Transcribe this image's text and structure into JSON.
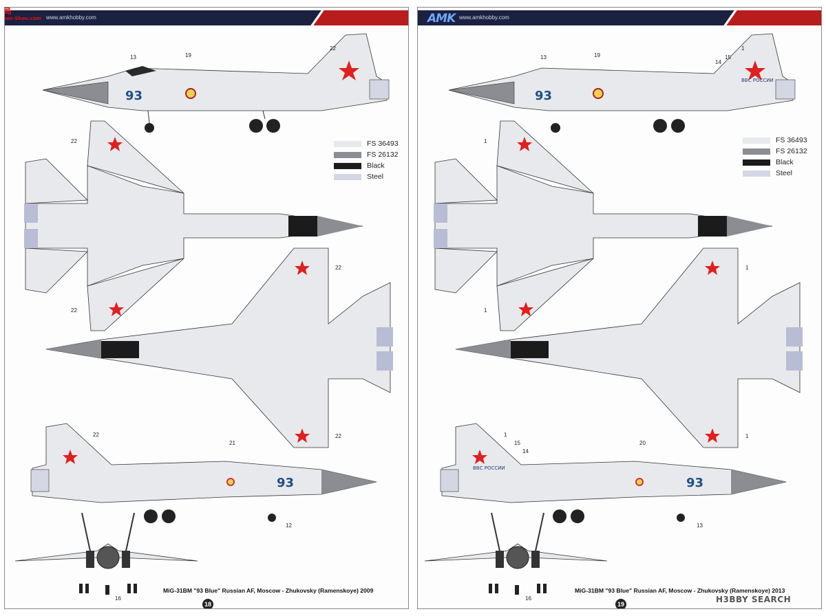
{
  "site_logo": {
    "text": "高",
    "sub": "Dao-Shou.com"
  },
  "footer_logo": "H3BBY SEARCH",
  "colors": {
    "fs36493": "#e8e9ec",
    "fs26132": "#8b8d92",
    "black": "#1b1b1b",
    "steel": "#d4d6e4",
    "star": "#e02020",
    "number": "#1f4f86"
  },
  "pages": [
    {
      "url": "www.amkhobby.com",
      "page_number": "18",
      "caption": "MiG-31BM \"93 Blue\" Russian AF, Moscow - Zhukovsky (Ramenskoye) 2009",
      "legend": [
        {
          "label": "FS 36493",
          "color_key": "fs36493"
        },
        {
          "label": "FS 26132",
          "color_key": "fs26132"
        },
        {
          "label": "Black",
          "color_key": "black"
        },
        {
          "label": "Steel",
          "color_key": "steel"
        }
      ],
      "fuselage_number": "93",
      "callouts": {
        "top_side": [
          "13",
          "19",
          "22"
        ],
        "top_view": [
          "22",
          "22"
        ],
        "bottom_view": [
          "22",
          "22"
        ],
        "bottom_side": [
          "22",
          "21",
          "12"
        ],
        "front": [
          "16"
        ]
      }
    },
    {
      "brand": "AMK",
      "url": "www.amkhobby.com",
      "page_number": "19",
      "caption": "MiG-31BM \"93 Blue\" Russian AF, Moscow - Zhukovsky (Ramenskoye) 2013",
      "legend": [
        {
          "label": "FS 36493",
          "color_key": "fs36493"
        },
        {
          "label": "FS 26132",
          "color_key": "fs26132"
        },
        {
          "label": "Black",
          "color_key": "black"
        },
        {
          "label": "Steel",
          "color_key": "steel"
        }
      ],
      "fuselage_number": "93",
      "tail_text": "ВВС РОССИИ",
      "callouts": {
        "top_side": [
          "13",
          "19",
          "1",
          "14",
          "15"
        ],
        "top_view": [
          "1",
          "1"
        ],
        "bottom_view": [
          "1",
          "1"
        ],
        "bottom_side": [
          "1",
          "15",
          "14",
          "20",
          "13"
        ],
        "front": [
          "16"
        ]
      }
    }
  ]
}
